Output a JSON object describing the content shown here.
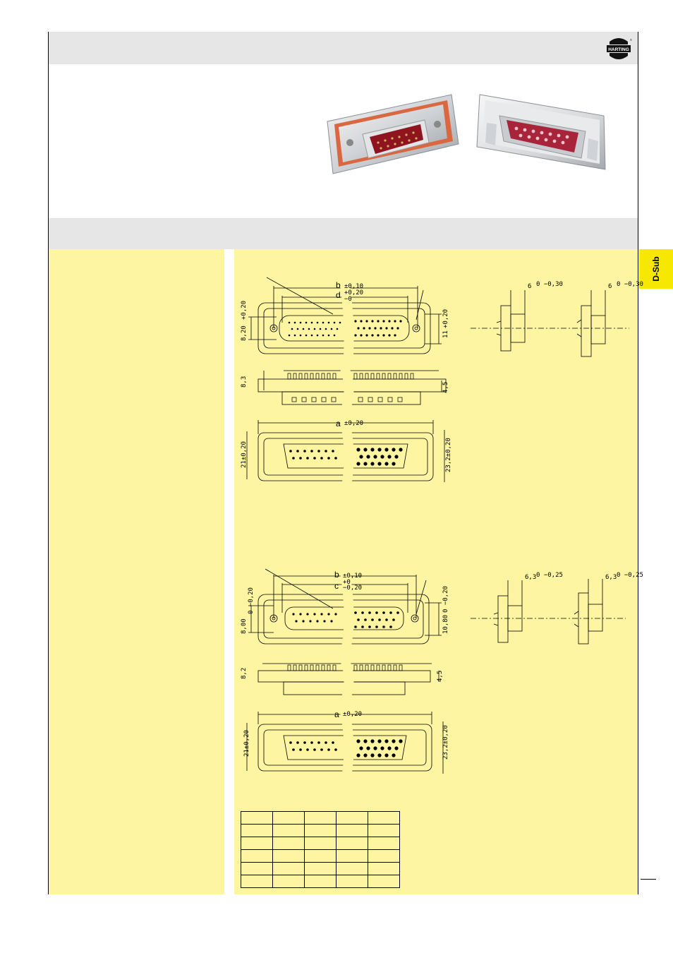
{
  "brand": {
    "name": "HARTING",
    "registered": "®"
  },
  "side_tab": {
    "label": "D-Sub"
  },
  "drawing_top": {
    "dims": {
      "b_label": "b",
      "b_tol": "±0,10",
      "d_label": "d",
      "d_tol_plus": "+0,20",
      "d_tol_minus": "−0",
      "height_left": "8,20",
      "height_left_tol": "+0,20",
      "height_right": "11",
      "height_right_tol": "+0,20",
      "side_h1": "8,3",
      "side_h2": "4,5",
      "a_label": "a",
      "a_tol": "±0,20",
      "w_left": "21±0,20",
      "w_right": "23,2±0,20",
      "profile_1": "6",
      "profile_1_tol": "0 −0,30",
      "profile_2": "6",
      "profile_2_tol": "0 −0,30"
    }
  },
  "drawing_bottom": {
    "dims": {
      "b_label": "b",
      "b_tol": "±0,10",
      "c_label": "c",
      "c_tol_plus": "+0",
      "c_tol_minus": "−0,20",
      "height_left": "8,00",
      "height_left_tol": "0 −0,20",
      "height_right": "10,80",
      "height_right_tol": "0 −0,20",
      "side_h1": "8,2",
      "side_h2": "4,5",
      "a_label": "a",
      "a_tol": "±0,20",
      "w_left": "21±0,20",
      "w_right": "23,2±0,20",
      "profile_1": "6,3",
      "profile_1_tol": "0 −0,25",
      "profile_2": "6,3",
      "profile_2_tol": "0 −0,25"
    }
  },
  "colors": {
    "panel_yellow": "#fdf5a2",
    "tab_yellow": "#f6e800",
    "header_gray": "#e6e6e6",
    "connector_red": "#a01a2a"
  }
}
